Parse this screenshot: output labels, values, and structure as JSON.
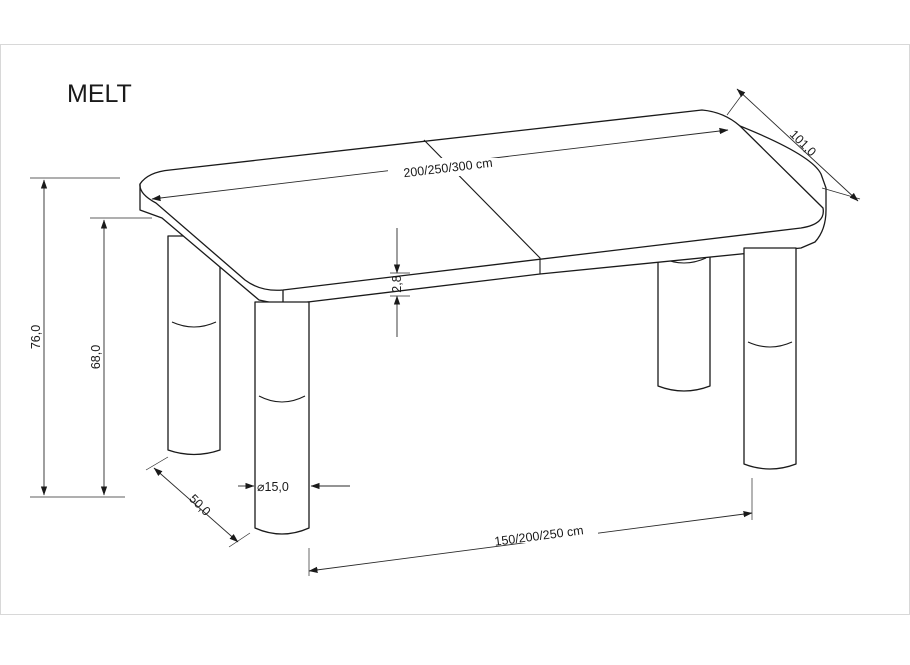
{
  "title": "MELT",
  "dimensions": {
    "length_extended": "200/250/300 cm",
    "length_base": "150/200/250 cm",
    "width": "101,0",
    "height_total": "76,0",
    "height_under_top": "68,0",
    "top_thickness": "2,8",
    "leg_diameter": "⌀15,0",
    "leg_offset": "50,0"
  }
}
